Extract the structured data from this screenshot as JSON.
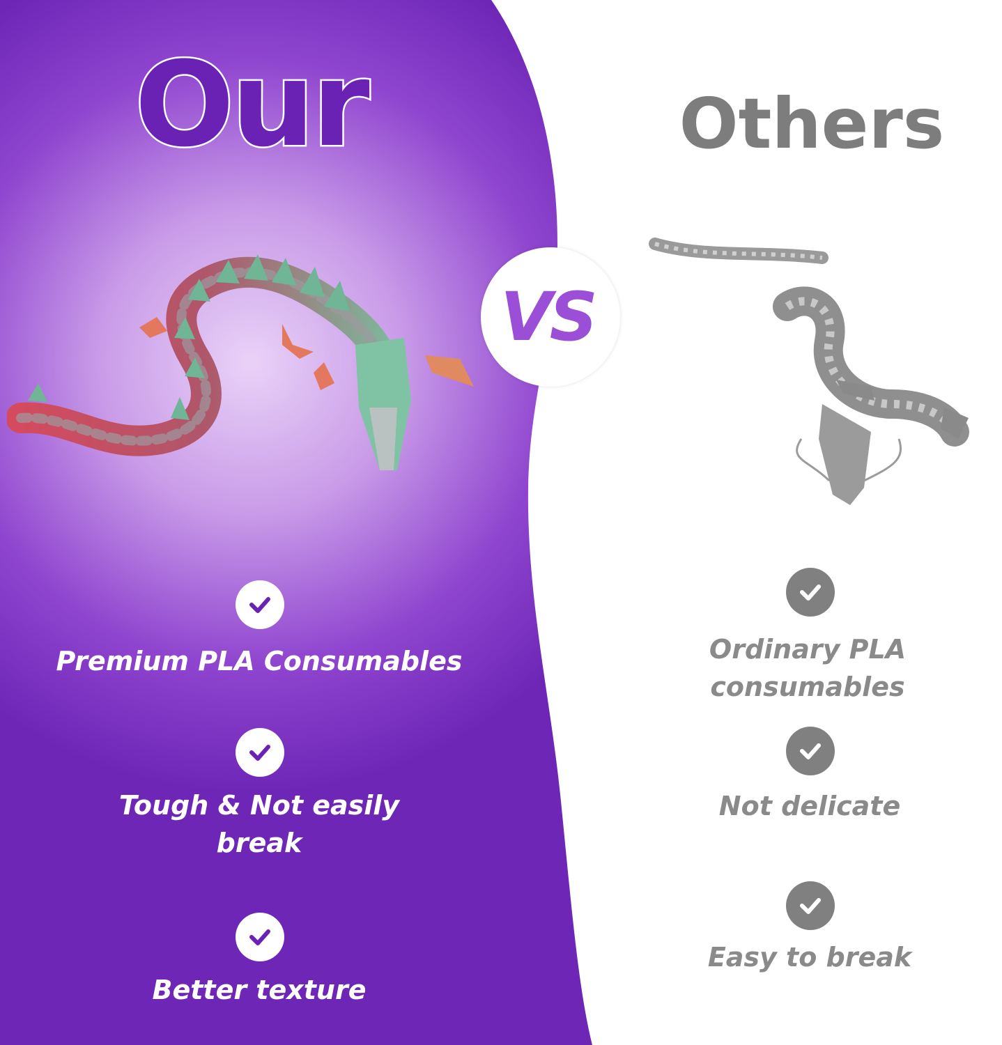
{
  "colors": {
    "purple_dark": "#6a22b4",
    "purple_light": "#cfa3ec",
    "gray_text": "#8a8a8a",
    "vs_purple": "#9a4fd6"
  },
  "left": {
    "title": "Our",
    "features": [
      {
        "icon": "check-circle-icon",
        "label": "Premium PLA Consumables"
      },
      {
        "icon": "check-circle-icon",
        "label_line1": "Tough & Not easily",
        "label_line2": "break"
      },
      {
        "icon": "check-circle-icon",
        "label": "Better texture"
      }
    ]
  },
  "vs": {
    "label": "VS"
  },
  "right": {
    "title": "Others",
    "features": [
      {
        "icon": "check-circle-icon",
        "label": "Ordinary PLA consumables"
      },
      {
        "icon": "check-circle-icon",
        "label": "Not delicate"
      },
      {
        "icon": "check-circle-icon",
        "label": "Easy to break"
      }
    ]
  }
}
